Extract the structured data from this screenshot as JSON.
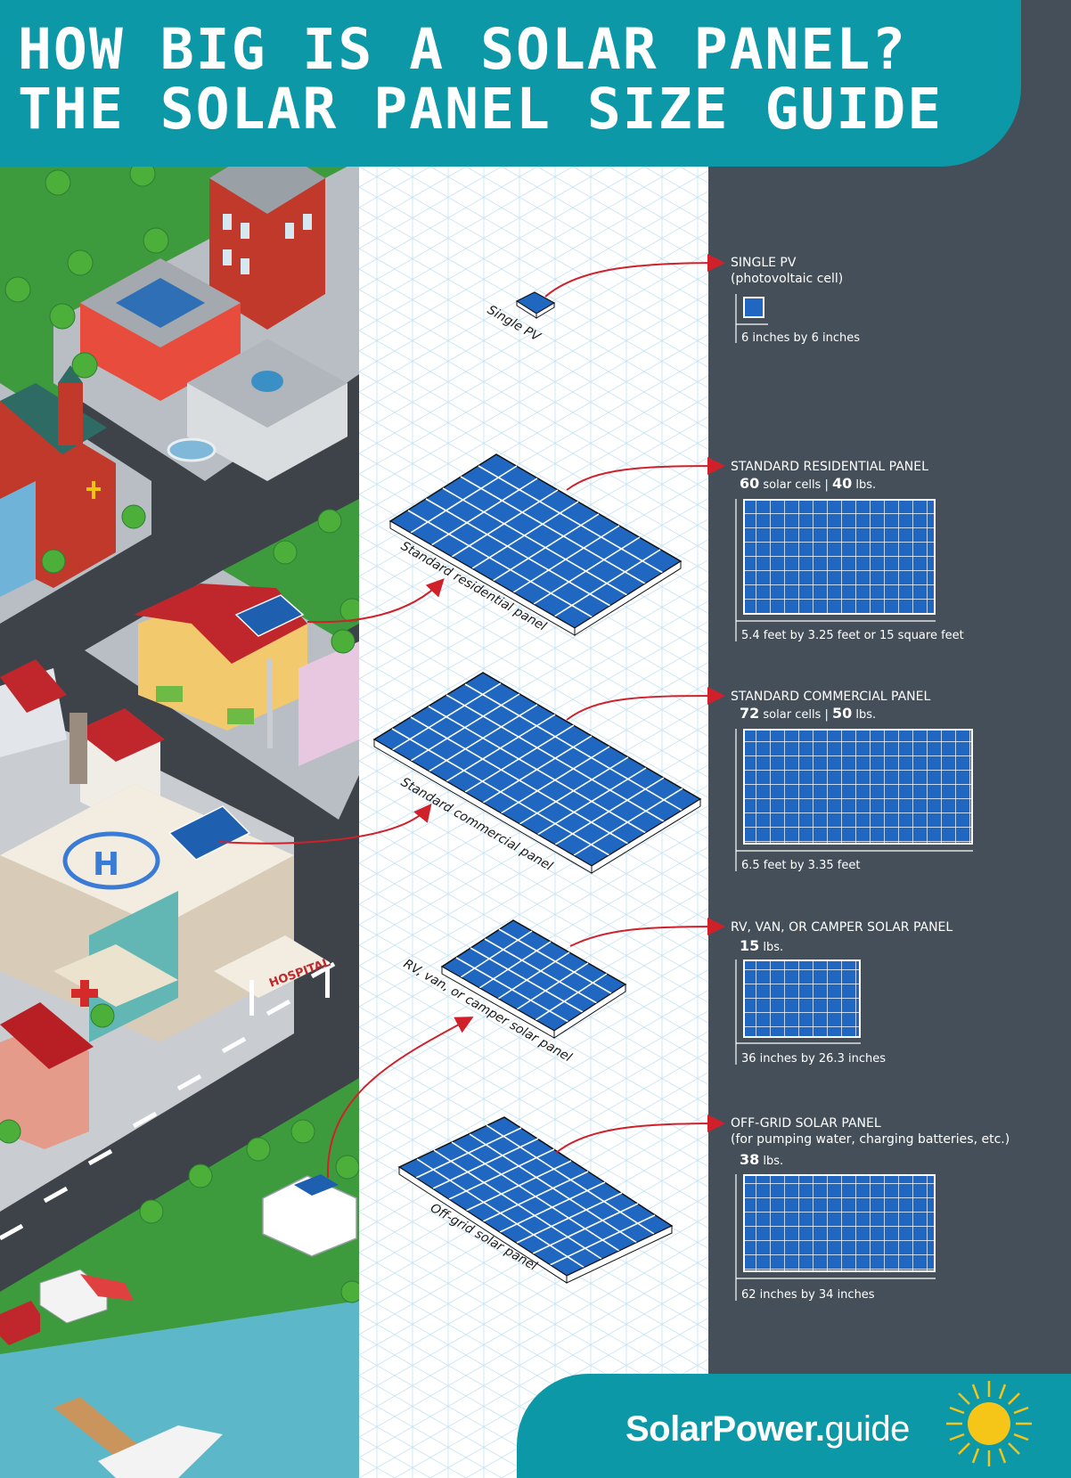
{
  "header": {
    "line1": "HOW BIG IS A SOLAR PANEL?",
    "line2": "THE SOLAR PANEL SIZE GUIDE"
  },
  "city": {
    "hospital_sign": "HOSPITAL",
    "helipad_letter": "H"
  },
  "panels": [
    {
      "label": "Single PV",
      "title": "SINGLE PV",
      "subtitle": "(photovoltaic cell)",
      "dimensions": "6 inches by 6 inches"
    },
    {
      "label": "Standard residential panel",
      "title": "STANDARD RESIDENTIAL PANEL",
      "cells": "60",
      "cells_unit": "solar cells |",
      "weight": "40",
      "weight_unit": "lbs.",
      "dimensions": "5.4 feet by 3.25 feet or 15 square feet"
    },
    {
      "label": "Standard commercial panel",
      "title": "STANDARD COMMERCIAL PANEL",
      "cells": "72",
      "cells_unit": "solar cells |",
      "weight": "50",
      "weight_unit": "lbs.",
      "dimensions": "6.5 feet by 3.35 feet"
    },
    {
      "label": "RV, van, or camper solar panel",
      "title": "RV, VAN, OR CAMPER SOLAR PANEL",
      "weight": "15",
      "weight_unit": "lbs.",
      "dimensions": "36 inches by 26.3 inches"
    },
    {
      "label": "Off-grid solar panel",
      "title": "OFF-GRID SOLAR PANEL",
      "subtitle": "(for pumping water, charging batteries, etc.)",
      "weight": "38",
      "weight_unit": "lbs.",
      "dimensions": "62 inches by 34 inches"
    }
  ],
  "footer": {
    "brand_bold": "SolarPower.",
    "brand_light": "guide"
  },
  "colors": {
    "teal": "#0d98a8",
    "slate": "#454f59",
    "panel_blue": "#1a5fb4",
    "arrow_red": "#d0202a"
  },
  "icons": [
    "sun-icon",
    "arrow-icon"
  ]
}
